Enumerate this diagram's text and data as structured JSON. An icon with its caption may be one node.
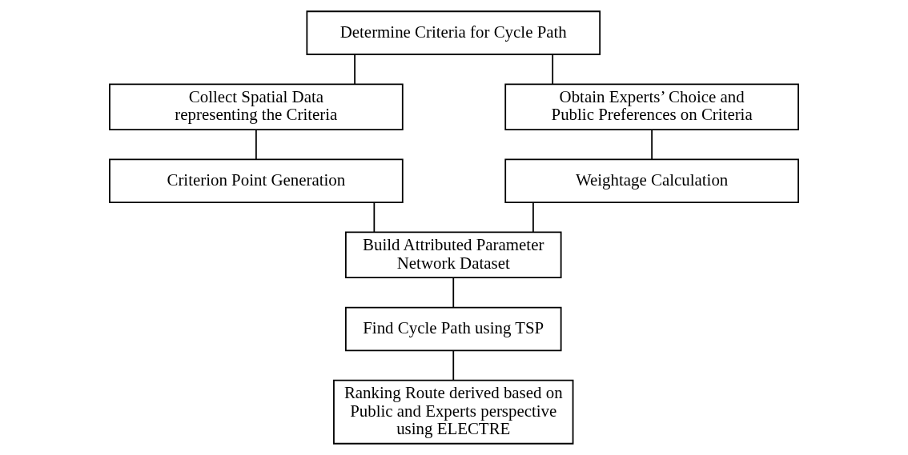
{
  "diagram": {
    "nodes": [
      {
        "text": [
          "Determine Criteria for Cycle Path"
        ]
      },
      {
        "text": [
          "Collect Spatial Data representing the Criteria"
        ]
      },
      {
        "text": [
          "Obtain Experts’ Choice and Public Preferences on Criteria"
        ]
      },
      {
        "text": [
          "Criterion Point Generation"
        ]
      },
      {
        "text": [
          "Weightage Calculation"
        ]
      },
      {
        "text": [
          "Build Attributed Parameter Network Dataset"
        ]
      },
      {
        "text": [
          "Find Cycle Path using TSP"
        ]
      },
      {
        "text": [
          "Ranking Route derived based on Public and Experts perspective using ELECTRE"
        ]
      }
    ],
    "edges": [
      {
        "from": 0,
        "to": 1,
        "arrow": "none"
      },
      {
        "from": 0,
        "to": 2,
        "arrow": "none"
      },
      {
        "from": 1,
        "to": 3,
        "arrow": "none"
      },
      {
        "from": 2,
        "to": 4,
        "arrow": "none"
      },
      {
        "from": 3,
        "to": 5,
        "arrow": "none"
      },
      {
        "from": 4,
        "to": 5,
        "arrow": "none"
      },
      {
        "from": 5,
        "to": 6,
        "arrow": "none"
      },
      {
        "from": 6,
        "to": 7,
        "arrow": "none"
      }
    ]
  }
}
